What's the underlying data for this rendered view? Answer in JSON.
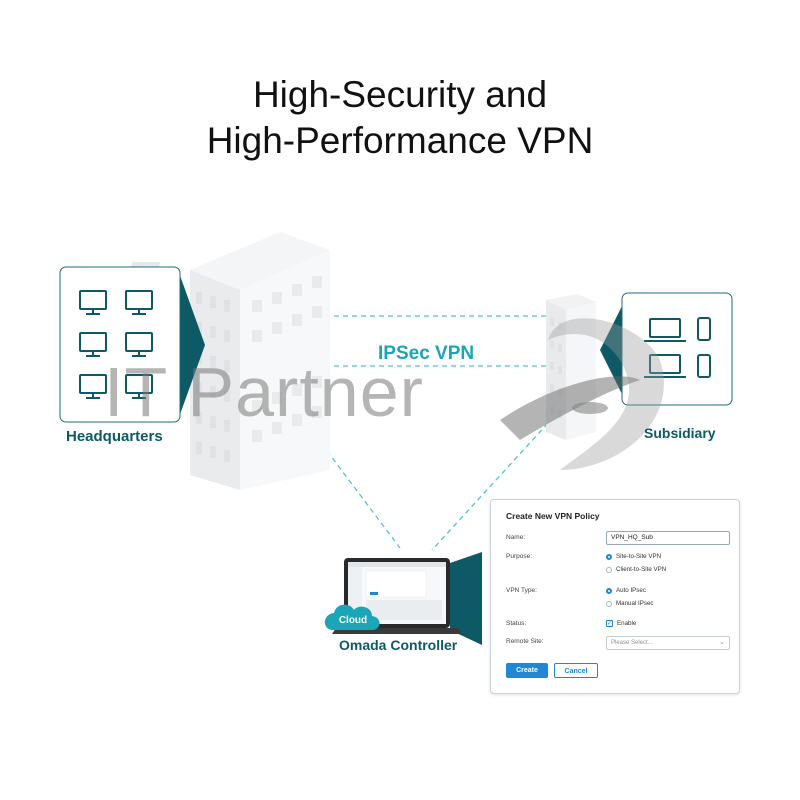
{
  "title": {
    "line1": "High-Security and",
    "line2": "High-Performance VPN"
  },
  "labels": {
    "headquarters": "Headquarters",
    "subsidiary": "Subsidiary",
    "ipsec_vpn": "IPSec VPN",
    "omada_controller": "Omada Controller",
    "cloud": "Cloud"
  },
  "watermark": "IT Partner",
  "dialog": {
    "title": "Create New VPN Policy",
    "fields": {
      "name_label": "Name:",
      "name_value": "VPN_HQ_Sub",
      "purpose_label": "Purpose:",
      "purpose_options": [
        "Site-to-Site VPN",
        "Client-to-Site VPN"
      ],
      "purpose_selected": "Site-to-Site VPN",
      "vpn_type_label": "VPN Type:",
      "vpn_type_options": [
        "Auto IPsec",
        "Manual IPsec"
      ],
      "vpn_type_selected": "Auto IPsec",
      "status_label": "Status:",
      "status_option": "Enable",
      "status_checked": true,
      "remote_site_label": "Remote Site:",
      "remote_site_placeholder": "Please Select..."
    },
    "buttons": {
      "create": "Create",
      "cancel": "Cancel"
    }
  },
  "colors": {
    "teal_dark": "#0d5a66",
    "teal_accent": "#1aa6b7",
    "primary_blue": "#1e88d6",
    "dashed_line": "#4fc3d0"
  },
  "icons": [
    "desktop-monitor-icon",
    "laptop-icon",
    "phone-icon",
    "cloud-icon",
    "checkbox-icon",
    "chevron-down-icon"
  ]
}
